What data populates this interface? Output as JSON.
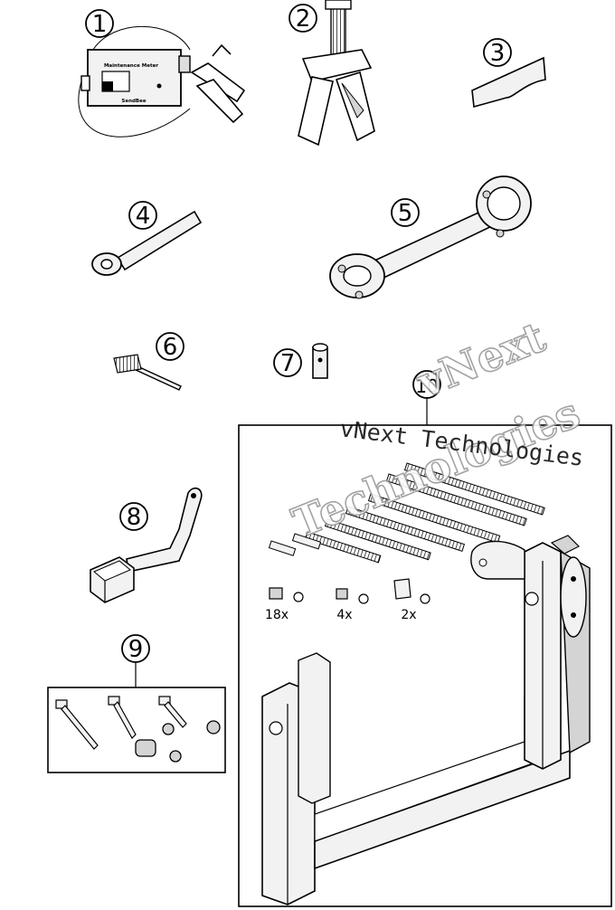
{
  "callouts": [
    "1",
    "2",
    "3",
    "4",
    "5",
    "6",
    "7",
    "8",
    "9",
    "10"
  ],
  "device_labels": {
    "title": "Maintenance Meter",
    "brand": "SendBee"
  },
  "quantities": [
    "18x",
    "4x",
    "2x"
  ],
  "watermark": {
    "large_lines": [
      "vNext",
      "Technologies"
    ],
    "caption": "vNext Technologies"
  },
  "colors": {
    "line": "#000000",
    "fill_light": "#f2f2f2",
    "fill_mid": "#d4d4d4",
    "watermark_outline": "#9a9a9a"
  }
}
